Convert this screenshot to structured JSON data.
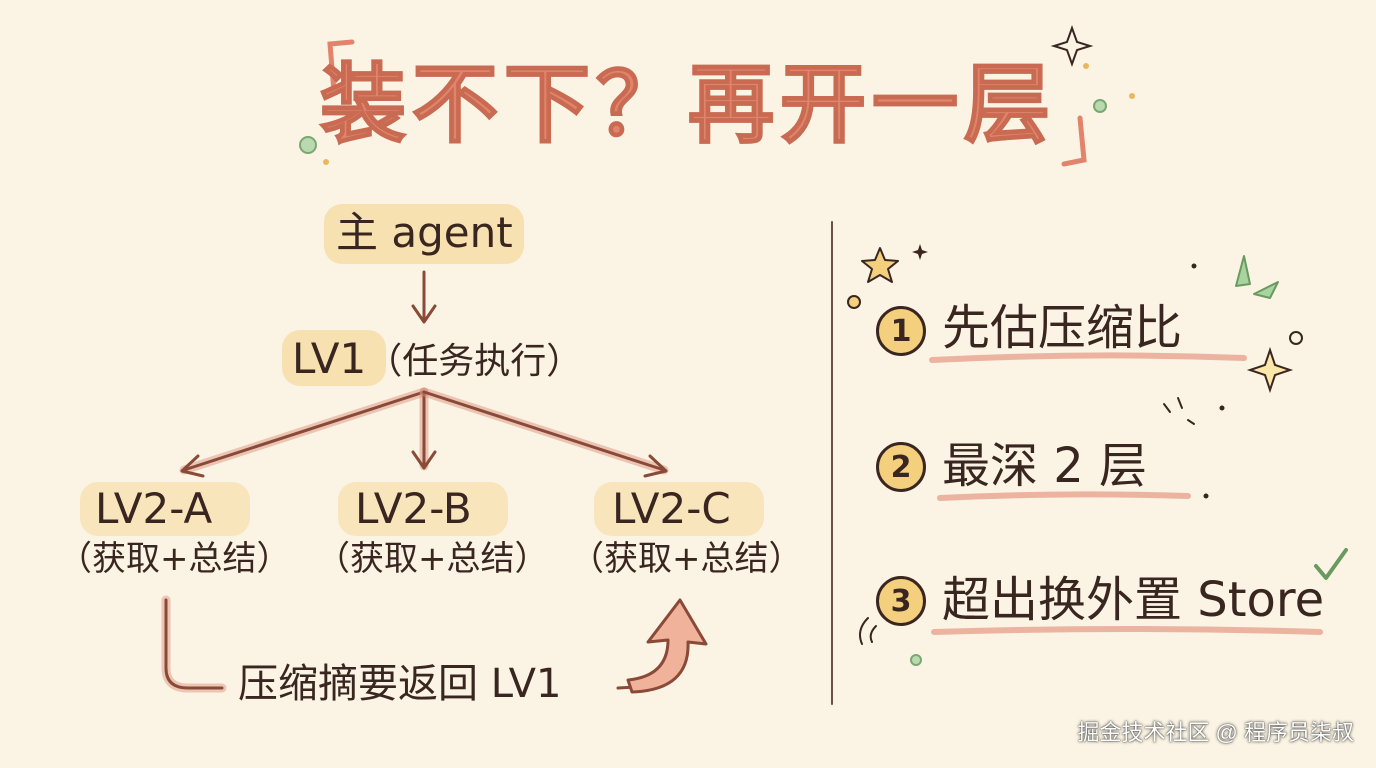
{
  "title": "装不下？再开一层",
  "diagram": {
    "root": "主 agent",
    "lv1": {
      "label": "LV1",
      "note": "（任务执行）"
    },
    "lv2": [
      {
        "label": "LV2-A",
        "note": "（获取+总结）"
      },
      {
        "label": "LV2-B",
        "note": "（获取+总结）"
      },
      {
        "label": "LV2-C",
        "note": "（获取+总结）"
      }
    ],
    "return_label": "压缩摘要返回 LV1"
  },
  "rules": [
    {
      "number": "1",
      "text": "先估压缩比"
    },
    {
      "number": "2",
      "text": "最深 2 层"
    },
    {
      "number": "3",
      "text": "超出换外置 Store"
    }
  ],
  "watermark": "掘金技术社区 @ 程序员柒叔",
  "colors": {
    "background": "#fbf4e4",
    "title": "#e2846c",
    "highlight": "#f6d99a",
    "arrow": "#8a4a38",
    "ink": "#3a2620",
    "underline": "#e8a28e",
    "badge": "#f3cf7e"
  }
}
